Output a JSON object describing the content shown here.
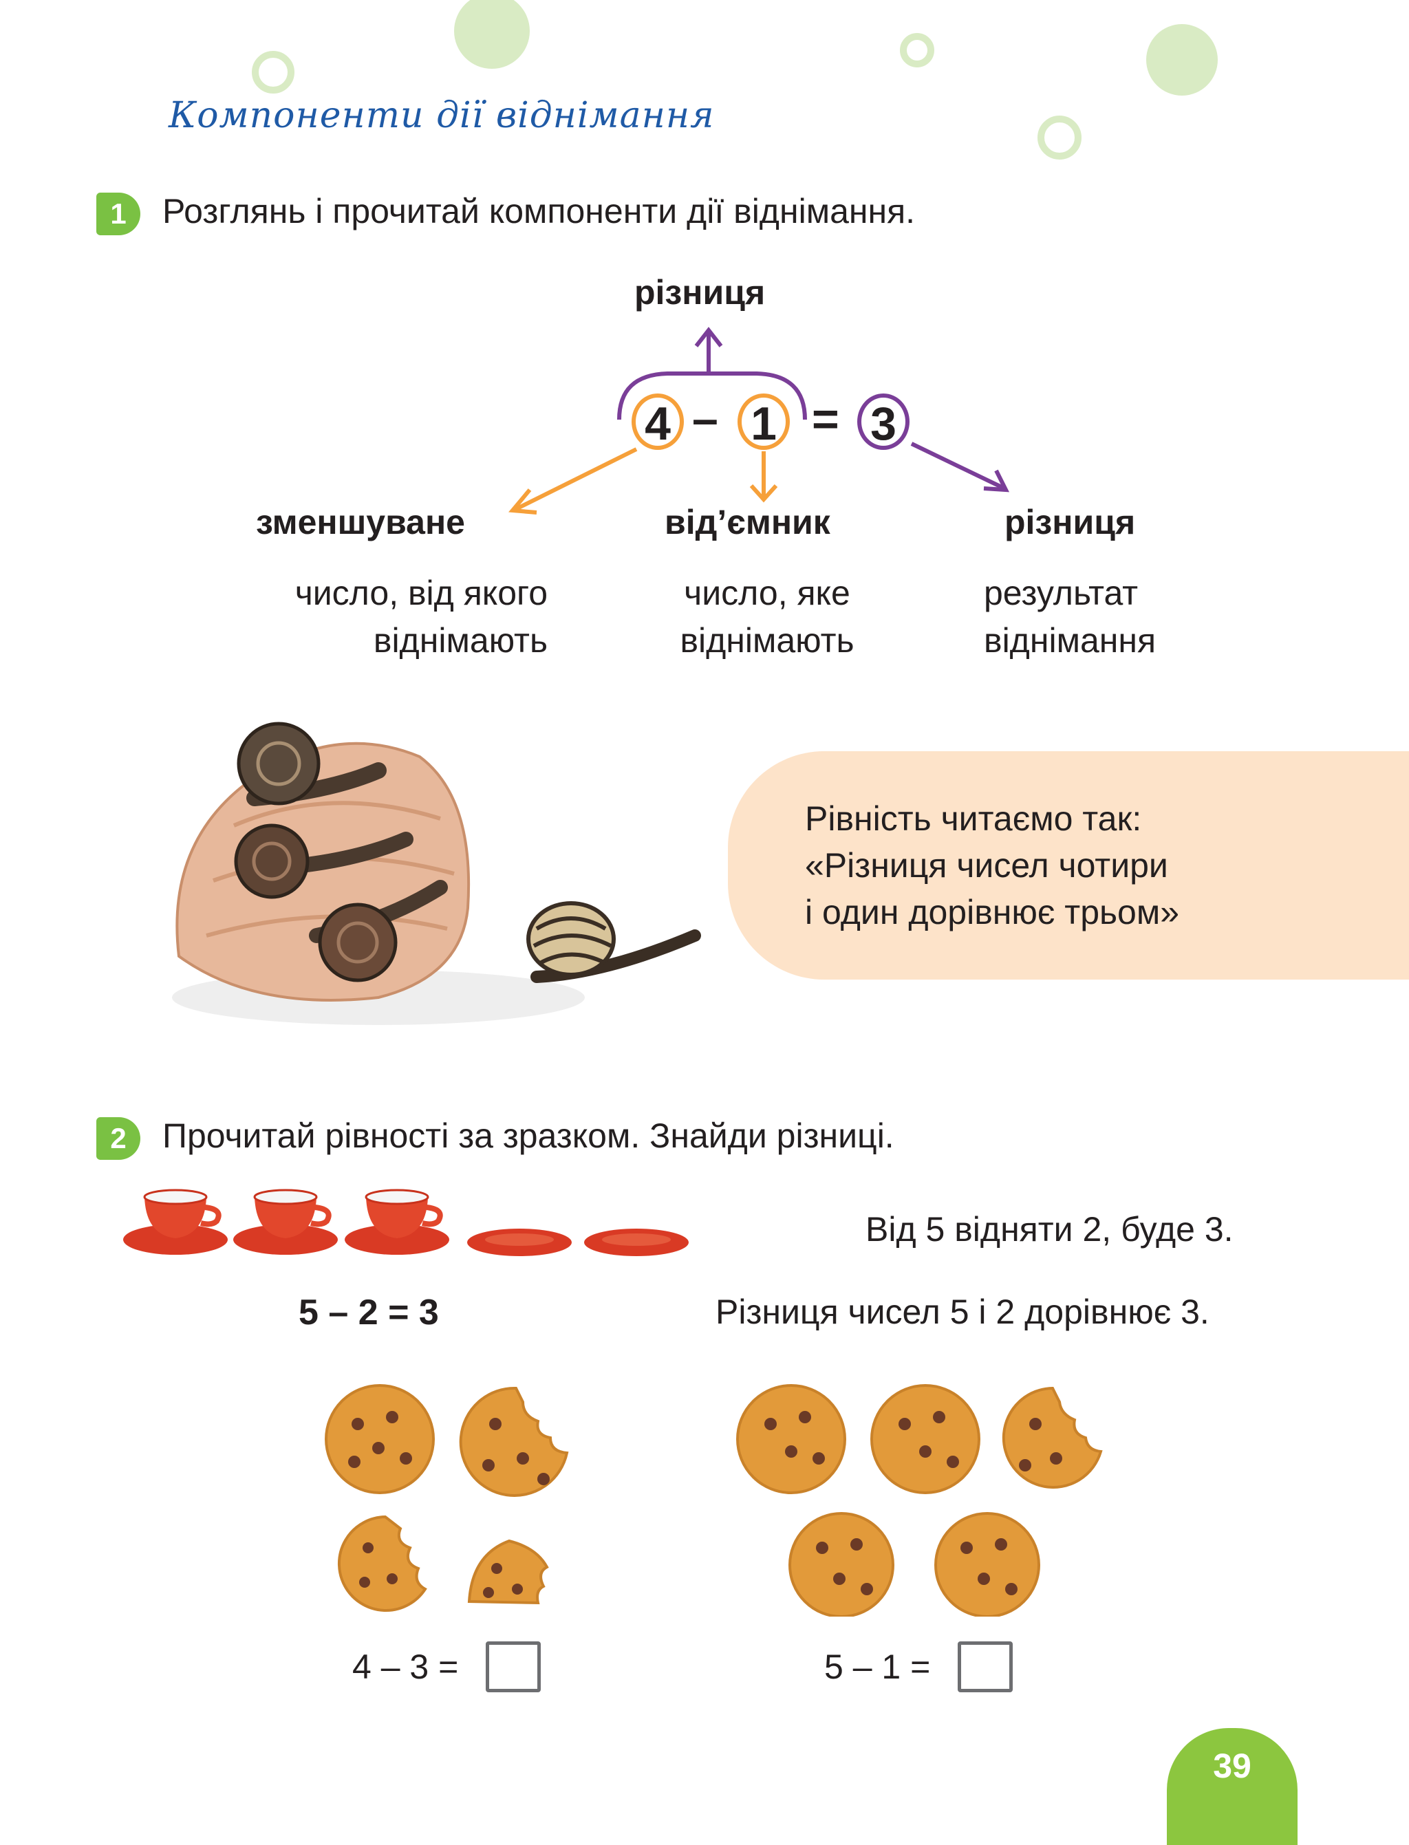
{
  "section_title": "Компоненти дії віднімання",
  "task1": {
    "number": "1",
    "instruction": "Розглянь і прочитай компоненти дії віднімання.",
    "top_label": "різниця",
    "equation": {
      "minuend": "4",
      "minus": "–",
      "subtrahend": "1",
      "equals": "=",
      "result": "3"
    },
    "components": [
      {
        "term": "зменшуване",
        "desc_line1": "число, від якого",
        "desc_line2": "віднімають"
      },
      {
        "term": "від’ємник",
        "desc_line1": "число, яке",
        "desc_line2": "віднімають"
      },
      {
        "term": "різниця",
        "desc_line1": "результат",
        "desc_line2": "віднімання"
      }
    ],
    "info_lines": [
      "Рівність читаємо так:",
      "«Різниця чисел чотири",
      "і один дорівнює трьом»"
    ]
  },
  "task2": {
    "number": "2",
    "instruction": "Прочитай рівності за зразком. Знайди різниці.",
    "sample_equation": "5 – 2 = 3",
    "sample_line1": "Від 5 відняти 2, буде 3.",
    "sample_line2": "Різниця чисел 5 і 2 дорівнює 3.",
    "exercises": [
      {
        "expression": "4 – 3 ="
      },
      {
        "expression": "5 – 1 ="
      }
    ]
  },
  "page_number": "39",
  "colors": {
    "accent_green": "#7ac143",
    "title_blue": "#1f5aa6",
    "orange": "#f6a03a",
    "purple": "#7a3e98",
    "info_bg": "#fde3c9"
  }
}
